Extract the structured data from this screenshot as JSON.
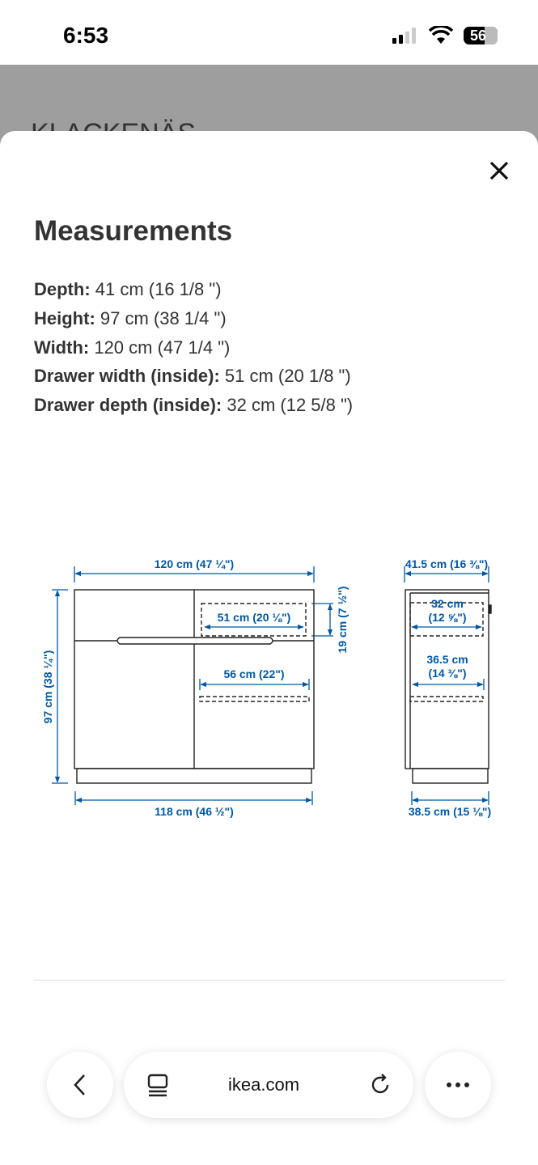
{
  "status_bar": {
    "time": "6:53",
    "battery": "56"
  },
  "background_page": {
    "title": "KLACKENÄS"
  },
  "modal": {
    "title": "Measurements",
    "specs": [
      {
        "label": "Depth:",
        "value": " 41 cm (16 1/8 \")"
      },
      {
        "label": "Height:",
        "value": " 97 cm (38 1/4 \")"
      },
      {
        "label": "Width:",
        "value": " 120 cm (47 1/4 \")"
      },
      {
        "label": "Drawer width (inside):",
        "value": " 51 cm (20 1/8 \")"
      },
      {
        "label": "Drawer depth (inside):",
        "value": " 32 cm (12 5/8 \")"
      }
    ],
    "diagram": {
      "color": "#0058a3",
      "front": {
        "top_width": "120 cm (47 ¼\")",
        "height": "97 cm (38 ¼\")",
        "drawer_width": "51 cm (20 ⅛\")",
        "drawer_height": "19 cm (7 ½\")",
        "shelf_width": "56 cm (22\")",
        "bottom_width": "118 cm (46 ½\")"
      },
      "side": {
        "top_depth": "41.5 cm (16 ⅜\")",
        "drawer_depth_1": "32 cm",
        "drawer_depth_2": "(12 ⅝\")",
        "shelf_depth_1": "36.5 cm",
        "shelf_depth_2": "(14 ⅜\")",
        "bottom_depth": "38.5 cm (15 ⅛\")"
      }
    }
  },
  "browser": {
    "url": "ikea.com"
  }
}
